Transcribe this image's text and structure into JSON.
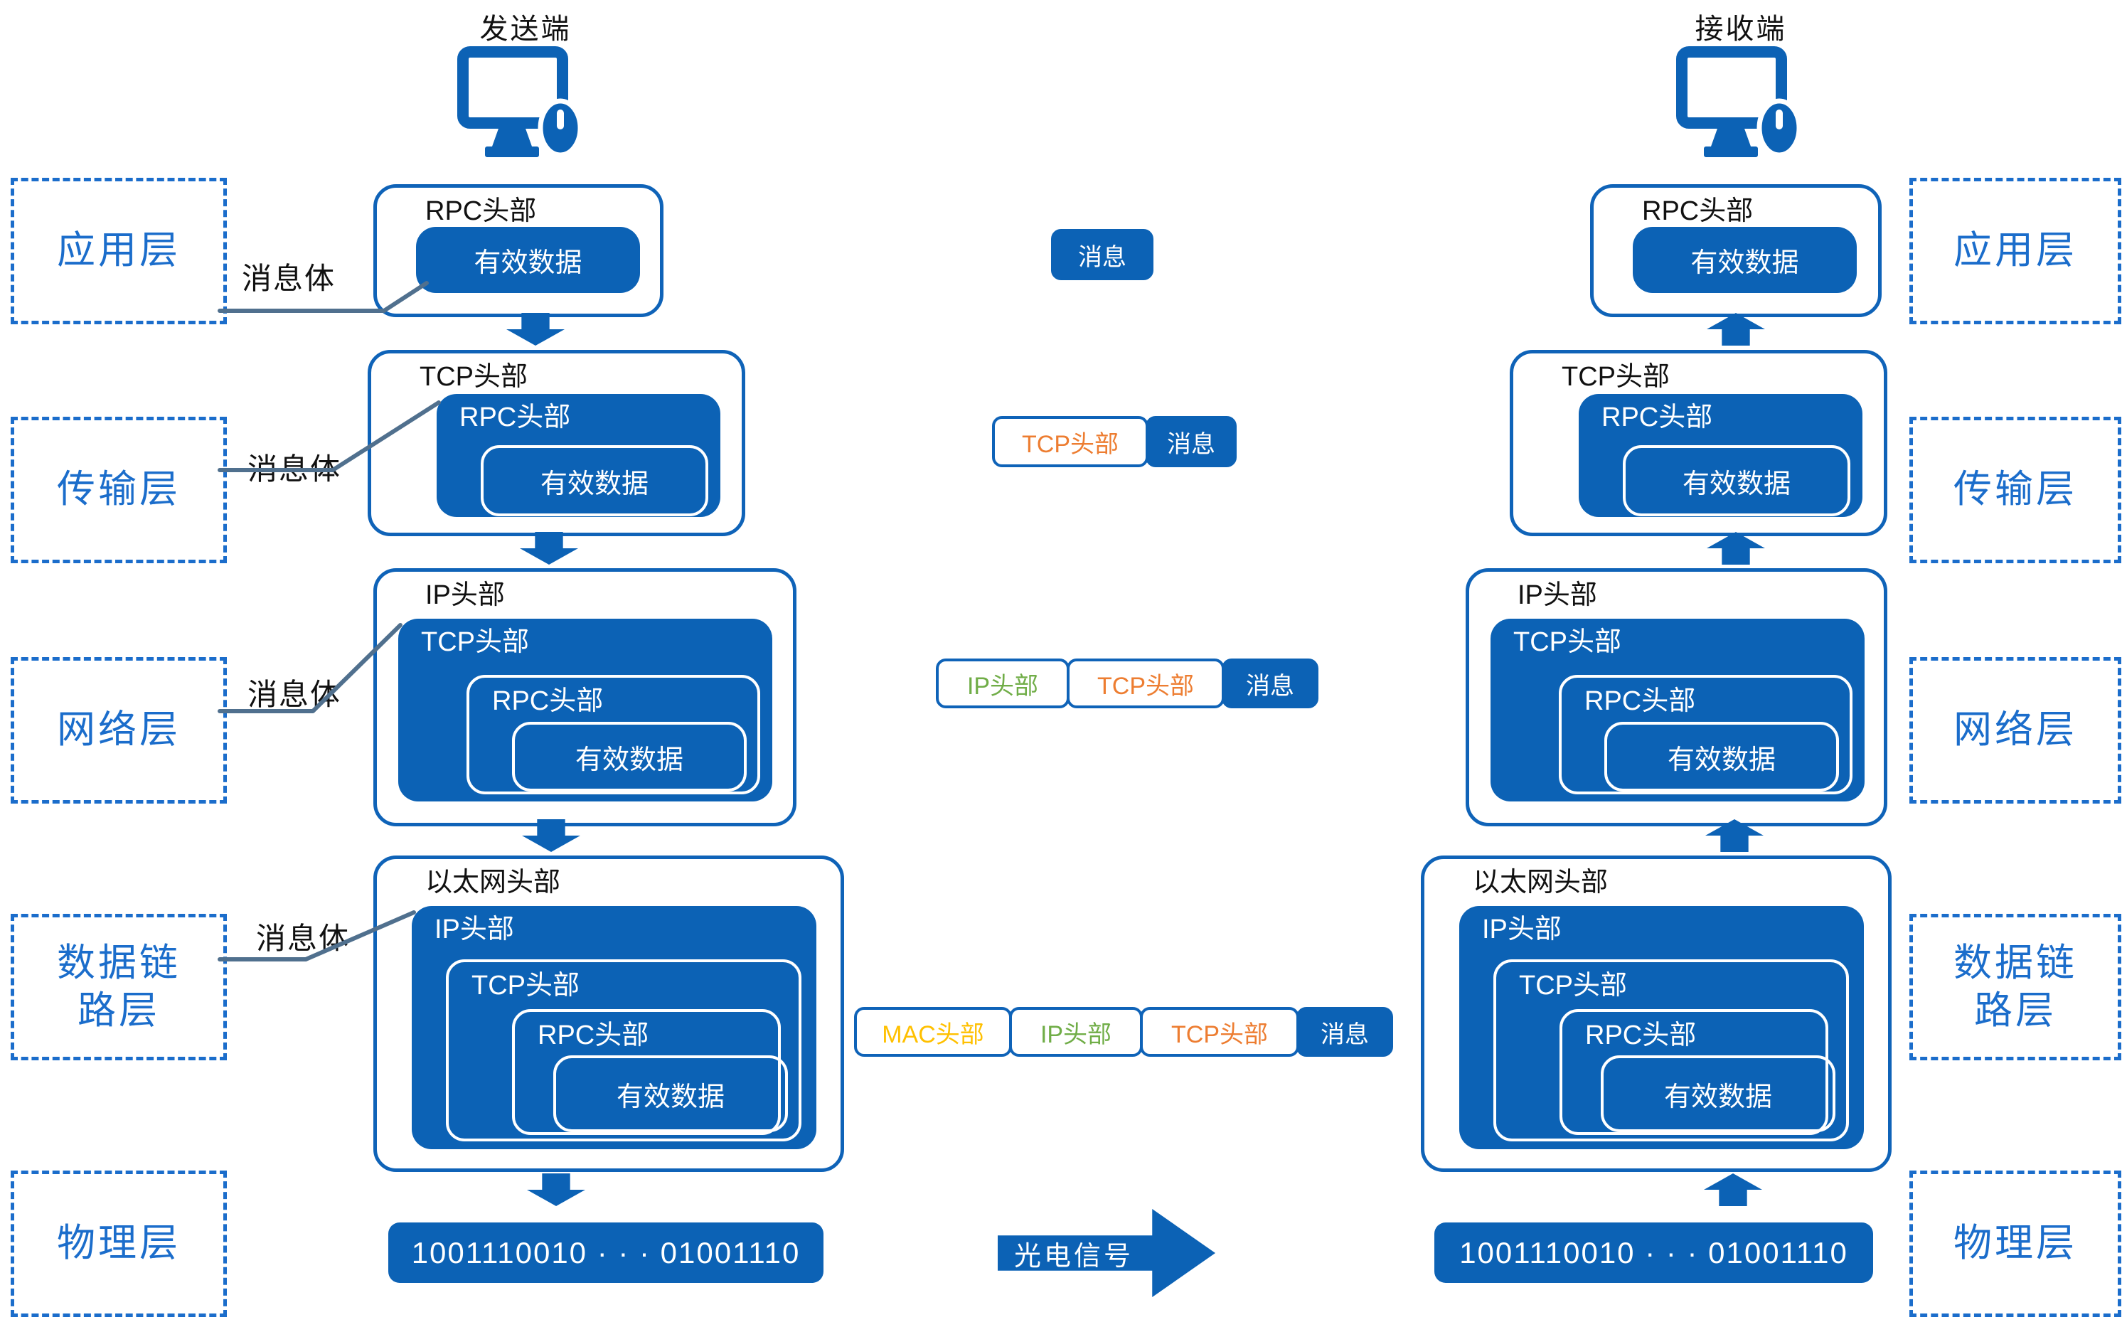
{
  "titles": {
    "sender": "发送端",
    "receiver": "接收端"
  },
  "layers": {
    "application": "应用层",
    "transport": "传输层",
    "network": "网络层",
    "datalink": "数据链\n路层",
    "physical": "物理层"
  },
  "boxes": {
    "rpc": "RPC头部",
    "tcp": "TCP头部",
    "ip": "IP头部",
    "ethernet": "以太网头部",
    "payload": "有效数据"
  },
  "packets": {
    "message": "消息",
    "tcp": "TCP头部",
    "ip": "IP头部",
    "mac": "MAC头部"
  },
  "misc": {
    "message_body": "消息体",
    "binary": "1001110010 · · · 01001110",
    "signal": "光电信号"
  },
  "colors": {
    "primary_blue": "#0c62b5",
    "layer_label_blue": "#1b6dcb",
    "tcp_orange": "#ed7d31",
    "ip_green": "#70ad47",
    "mac_yellow": "#ffc000",
    "connector_line": "#50708e"
  }
}
